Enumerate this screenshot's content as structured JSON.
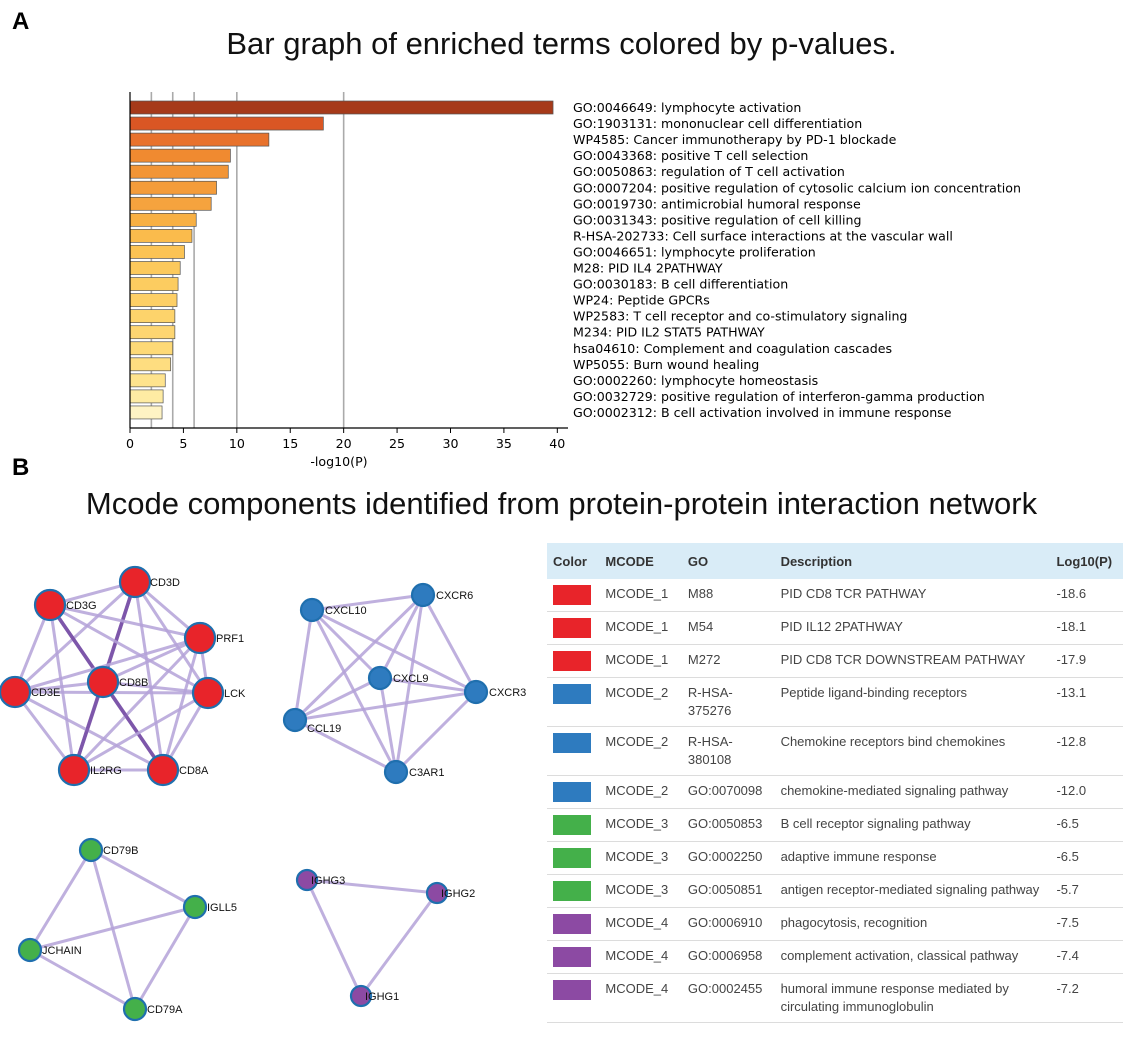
{
  "panel_a": {
    "letter": "A",
    "title": "Bar graph of enriched terms colored by p-values.",
    "chart_data": {
      "type": "bar",
      "orientation": "horizontal",
      "xlabel": "-log10(P)",
      "ylabel": "",
      "xlim": [
        0,
        41
      ],
      "xticks": [
        0,
        5,
        10,
        15,
        20,
        25,
        30,
        35,
        40
      ],
      "reference_lines": [
        2,
        4,
        6,
        10,
        20
      ],
      "categories": [
        "GO:0046649: lymphocyte activation",
        "GO:1903131: mononuclear cell differentiation",
        "WP4585: Cancer immunotherapy by PD-1 blockade",
        "GO:0043368: positive T cell selection",
        "GO:0050863: regulation of T cell activation",
        "GO:0007204: positive regulation of cytosolic calcium ion concentration",
        "GO:0019730: antimicrobial humoral response",
        "GO:0031343: positive regulation of cell killing",
        "R-HSA-202733: Cell surface interactions at the vascular wall",
        "GO:0046651: lymphocyte proliferation",
        "M28: PID IL4 2PATHWAY",
        "GO:0030183: B cell differentiation",
        "WP24: Peptide GPCRs",
        "WP2583: T cell receptor and co-stimulatory signaling",
        "M234: PID IL2 STAT5 PATHWAY",
        "hsa04610: Complement and coagulation cascades",
        "WP5055: Burn wound healing",
        "GO:0002260: lymphocyte homeostasis",
        "GO:0032729: positive regulation of interferon-gamma production",
        "GO:0002312: B cell activation involved in immune response"
      ],
      "values": [
        39.6,
        18.1,
        13.0,
        9.4,
        9.2,
        8.1,
        7.6,
        6.2,
        5.8,
        5.1,
        4.7,
        4.5,
        4.4,
        4.2,
        4.2,
        4.0,
        3.8,
        3.3,
        3.1,
        3.0
      ],
      "colors": [
        "#a63a1a",
        "#da5624",
        "#e8722c",
        "#f08a30",
        "#f29536",
        "#f49c3a",
        "#f5a33e",
        "#f8b043",
        "#fabb4c",
        "#fbc354",
        "#fcc95c",
        "#fccc60",
        "#fdcf66",
        "#fdd36b",
        "#fdd571",
        "#fdd977",
        "#fedd80",
        "#fee38d",
        "#feeba3",
        "#fef3c4"
      ]
    }
  },
  "panel_b": {
    "letter": "B",
    "title": "Mcode components identified from protein-protein interaction network",
    "networks": [
      {
        "color": "#e8242a",
        "nodes": [
          "CD3D",
          "CD3G",
          "PRF1",
          "CD3E",
          "CD8B",
          "LCK",
          "IL2RG",
          "CD8A"
        ]
      },
      {
        "color": "#2e7bbf",
        "nodes": [
          "CXCL10",
          "CXCR6",
          "CXCL9",
          "CXCR3",
          "CCL19",
          "C3AR1"
        ]
      },
      {
        "color": "#44b04a",
        "nodes": [
          "CD79B",
          "IGLL5",
          "JCHAIN",
          "CD79A"
        ]
      },
      {
        "color": "#8c4aa3",
        "nodes": [
          "IGHG3",
          "IGHG2",
          "IGHG1"
        ]
      }
    ],
    "table": {
      "headers": [
        "Color",
        "MCODE",
        "GO",
        "Description",
        "Log10(P)"
      ],
      "rows": [
        {
          "color": "#e8242a",
          "mcode": "MCODE_1",
          "go": "M88",
          "description": "PID CD8 TCR PATHWAY",
          "logp": "-18.6"
        },
        {
          "color": "#e8242a",
          "mcode": "MCODE_1",
          "go": "M54",
          "description": "PID IL12 2PATHWAY",
          "logp": "-18.1"
        },
        {
          "color": "#e8242a",
          "mcode": "MCODE_1",
          "go": "M272",
          "description": "PID CD8 TCR DOWNSTREAM PATHWAY",
          "logp": "-17.9"
        },
        {
          "color": "#2e7bbf",
          "mcode": "MCODE_2",
          "go": "R-HSA-375276",
          "description": "Peptide ligand-binding receptors",
          "logp": "-13.1"
        },
        {
          "color": "#2e7bbf",
          "mcode": "MCODE_2",
          "go": "R-HSA-380108",
          "description": "Chemokine receptors bind chemokines",
          "logp": "-12.8"
        },
        {
          "color": "#2e7bbf",
          "mcode": "MCODE_2",
          "go": "GO:0070098",
          "description": "chemokine-mediated signaling pathway",
          "logp": "-12.0"
        },
        {
          "color": "#44b04a",
          "mcode": "MCODE_3",
          "go": "GO:0050853",
          "description": "B cell receptor signaling pathway",
          "logp": "-6.5"
        },
        {
          "color": "#44b04a",
          "mcode": "MCODE_3",
          "go": "GO:0002250",
          "description": "adaptive immune response",
          "logp": "-6.5"
        },
        {
          "color": "#44b04a",
          "mcode": "MCODE_3",
          "go": "GO:0050851",
          "description": "antigen receptor-mediated signaling pathway",
          "logp": "-5.7"
        },
        {
          "color": "#8c4aa3",
          "mcode": "MCODE_4",
          "go": "GO:0006910",
          "description": "phagocytosis, recognition",
          "logp": "-7.5"
        },
        {
          "color": "#8c4aa3",
          "mcode": "MCODE_4",
          "go": "GO:0006958",
          "description": "complement activation, classical pathway",
          "logp": "-7.4"
        },
        {
          "color": "#8c4aa3",
          "mcode": "MCODE_4",
          "go": "GO:0002455",
          "description": "humoral immune response mediated by circulating immunoglobulin",
          "logp": "-7.2"
        }
      ]
    }
  }
}
